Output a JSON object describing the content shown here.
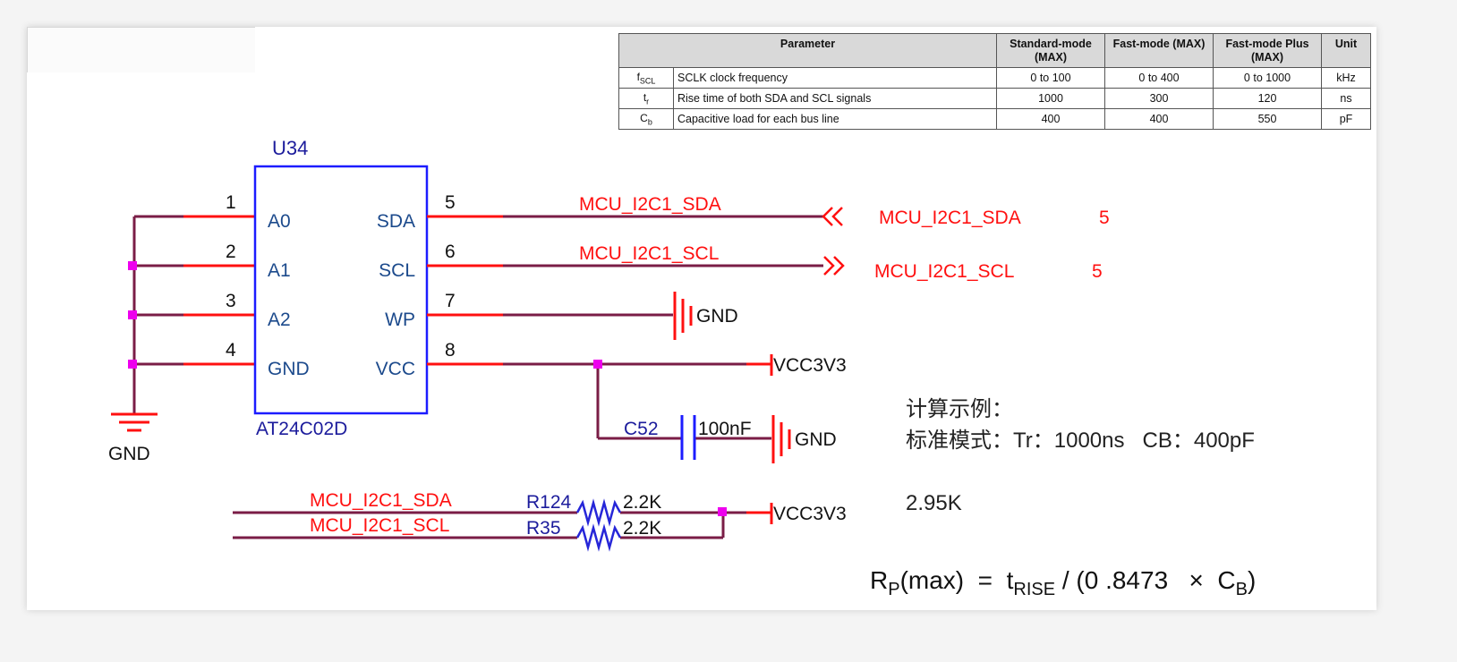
{
  "table": {
    "headers": [
      "Parameter",
      "Standard-mode (MAX)",
      "Fast-mode (MAX)",
      "Fast-mode Plus (MAX)",
      "Unit"
    ],
    "rows": [
      {
        "symbol": "f",
        "symbol_sub": "SCL",
        "description": "SCLK clock frequency",
        "standard": "0 to 100",
        "fast": "0 to 400",
        "fast_plus": "0 to 1000",
        "unit": "kHz"
      },
      {
        "symbol": "t",
        "symbol_sub": "r",
        "description": "Rise time of both SDA and SCL signals",
        "standard": "1000",
        "fast": "300",
        "fast_plus": "120",
        "unit": "ns"
      },
      {
        "symbol": "C",
        "symbol_sub": "b",
        "description": "Capacitive load for each bus line",
        "standard": "400",
        "fast": "400",
        "fast_plus": "550",
        "unit": "pF"
      }
    ]
  },
  "ic": {
    "ref": "U34",
    "part": "AT24C02D",
    "left_pins": [
      {
        "num": "1",
        "name": "A0"
      },
      {
        "num": "2",
        "name": "A1"
      },
      {
        "num": "3",
        "name": "A2"
      },
      {
        "num": "4",
        "name": "GND"
      }
    ],
    "right_pins": [
      {
        "num": "5",
        "name": "SDA"
      },
      {
        "num": "6",
        "name": "SCL"
      },
      {
        "num": "7",
        "name": "WP"
      },
      {
        "num": "8",
        "name": "VCC"
      }
    ]
  },
  "nets": {
    "sda": "MCU_I2C1_SDA",
    "scl": "MCU_I2C1_SCL",
    "gnd": "GND",
    "vcc": "VCC3V3",
    "sheet_ref": "5"
  },
  "capacitor": {
    "ref": "C52",
    "value": "100nF"
  },
  "resistors": [
    {
      "ref": "R124",
      "value": "2.2K"
    },
    {
      "ref": "R35",
      "value": "2.2K"
    }
  ],
  "notes": {
    "example_title": "计算示例：",
    "example_line": "标准模式：Tr：1000ns   CB：400pF",
    "result": "2.95K",
    "formula_lhs": "R",
    "formula_lhs_sub": "P",
    "formula_lhs_rest": "(max)  =  t",
    "formula_rise_sub": "RISE",
    "formula_mid": " / (0 .8473   ×  C",
    "formula_cb_sub": "B",
    "formula_end": ")"
  },
  "colors": {
    "wire": "#7a1d46",
    "pin": "#ff1010",
    "ic_body": "#1c1cff",
    "ic_text": "#1c4a8c",
    "net_label": "#ff1010",
    "junction": "#ee00ee",
    "resistor": "#2626d8",
    "ref_text": "#1c1c9c"
  }
}
